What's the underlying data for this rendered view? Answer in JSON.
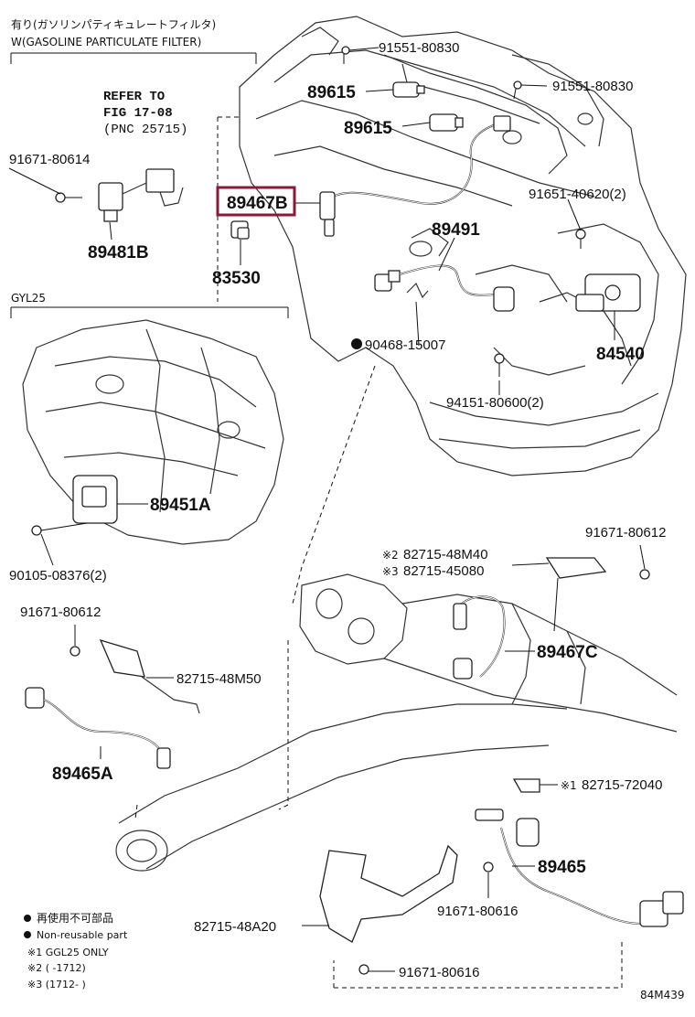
{
  "header": {
    "variant_jp": "有り(ガソリンパティキュレートフィルタ)",
    "variant_en": "W(GASOLINE PARTICULATE FILTER)",
    "refer_line1": "REFER TO",
    "refer_line2": "FIG 17-08",
    "refer_line3": "(PNC 25715)",
    "gyl25": "GYL25"
  },
  "parts": {
    "p91551_a": "91551-80830",
    "p91551_b": "91551-80830",
    "p89615_a": "89615",
    "p89615_b": "89615",
    "p91671_80614": "91671-80614",
    "p89467B": "89467B",
    "p91651": "91651-40620(2)",
    "p89491": "89491",
    "p89481B": "89481B",
    "p83530": "83530",
    "p90468": "90468-15007",
    "p84540": "84540",
    "p94151": "94151-80600(2)",
    "p89451A": "89451A",
    "p90105": "90105-08376(2)",
    "p91671_80612_a": "91671-80612",
    "p82715_48M40": "82715-48M40",
    "p82715_45080": "82715-45080",
    "p91671_80612_b": "91671-80612",
    "p89467C": "89467C",
    "p82715_48M50": "82715-48M50",
    "p89465A": "89465A",
    "p82715_72040": "82715-72040",
    "p89465": "89465",
    "p91671_80616_a": "91671-80616",
    "p82715_48A20": "82715-48A20",
    "p91671_80616_b": "91671-80616"
  },
  "marks": {
    "m2": "※2",
    "m3": "※3",
    "m1": "※1"
  },
  "legend": {
    "non_reusable_jp": "再使用不可部品",
    "non_reusable_en": "Non-reusable part",
    "note1": "※1 GGL25 ONLY",
    "note2": "※2 (        -1712)",
    "note3": "※3 (1712-        )"
  },
  "footer": {
    "figure_code": "84M439"
  },
  "colors": {
    "highlight": "#8b1a3a",
    "ink": "#111111"
  }
}
